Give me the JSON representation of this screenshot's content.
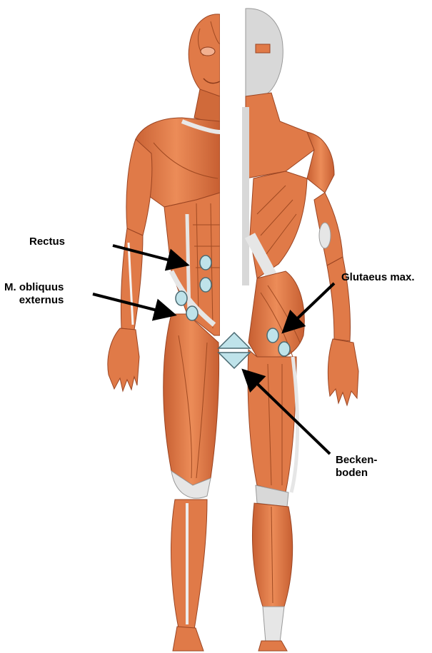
{
  "labels": {
    "rectus": "Rectus",
    "obliquus_line1": "M. obliquus",
    "obliquus_line2": "externus",
    "glutaeus": "Glutaeus max.",
    "becken_line1": "Becken-",
    "becken_line2": "boden"
  },
  "colors": {
    "muscle": "#e07a48",
    "muscle_dark": "#b8532a",
    "muscle_light": "#f0a070",
    "tendon": "#e6e6e6",
    "skin_gray": "#c9c9c9",
    "electrode_fill": "#bfe3ea",
    "electrode_stroke": "#4a6a72",
    "arrow": "#000000"
  },
  "icons": {
    "electrode": "electrode-circle-icon",
    "pelvic_sensor": "diamond-sensor-icon"
  }
}
